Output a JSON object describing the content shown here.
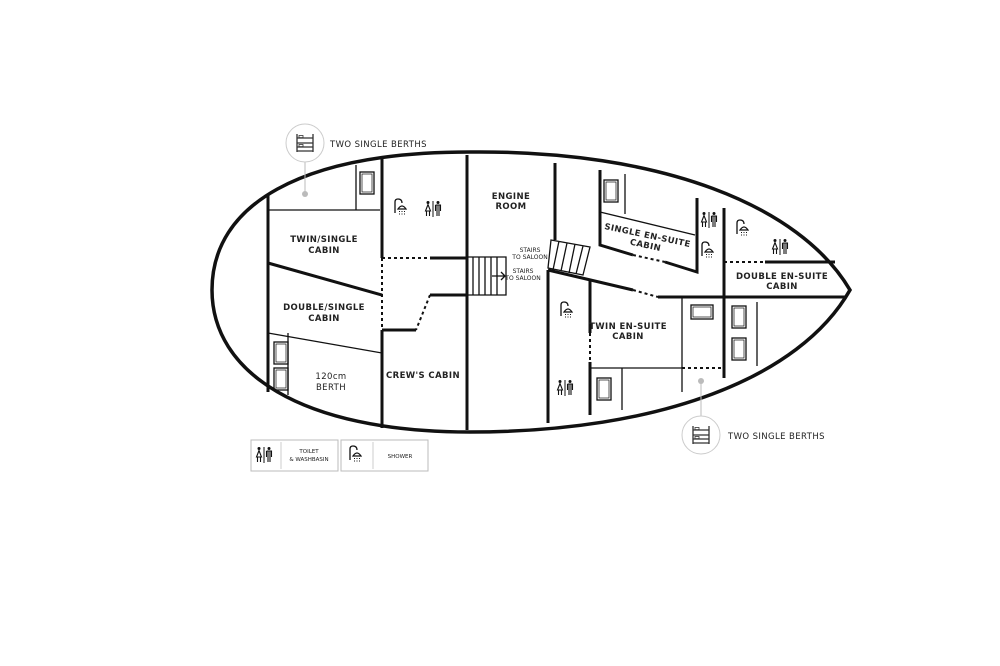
{
  "rooms": {
    "twin_single": [
      "TWIN/SINGLE",
      "CABIN"
    ],
    "double_single": [
      "DOUBLE/SINGLE",
      "CABIN"
    ],
    "berth_120": [
      "120cm",
      "BERTH"
    ],
    "crews_cabin": "CREW'S CABIN",
    "engine_room": [
      "ENGINE",
      "ROOM"
    ],
    "single_ensuite": [
      "SINGLE EN-SUITE",
      "CABIN"
    ],
    "double_ensuite": [
      "DOUBLE EN-SUITE",
      "CABIN"
    ],
    "twin_ensuite": [
      "TWIN EN-SUITE",
      "CABIN"
    ]
  },
  "stairs": {
    "upper": [
      "STAIRS",
      "TO SALOON"
    ],
    "lower": [
      "STAIRS",
      "TO SALOON"
    ]
  },
  "callouts": {
    "top": "TWO SINGLE BERTHS",
    "bottom": "TWO SINGLE BERTHS"
  },
  "legend": {
    "toilet": [
      "TOILET",
      "& WASHBASIN"
    ],
    "shower": "SHOWER"
  },
  "colors": {
    "wall": "#111111",
    "callout": "#bbbbbb"
  }
}
